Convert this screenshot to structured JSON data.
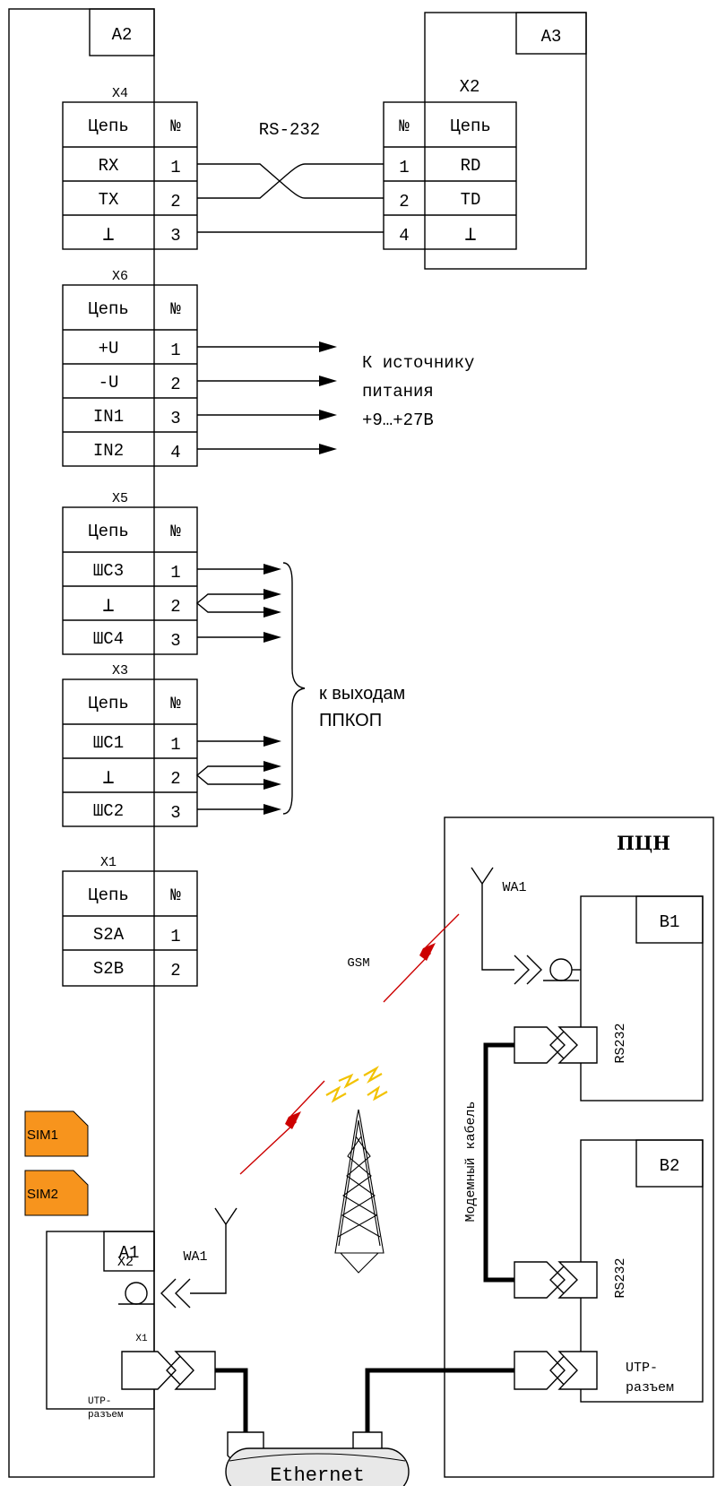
{
  "a2": {
    "label": "A2",
    "x4": {
      "label": "X4",
      "header": [
        "Цепь",
        "№"
      ],
      "rows": [
        [
          "RX",
          "1"
        ],
        [
          "TX",
          "2"
        ],
        [
          "⊥",
          "3"
        ]
      ]
    },
    "x6": {
      "label": "X6",
      "header": [
        "Цепь",
        "№"
      ],
      "rows": [
        [
          "+U",
          "1"
        ],
        [
          "-U",
          "2"
        ],
        [
          "IN1",
          "3"
        ],
        [
          "IN2",
          "4"
        ]
      ]
    },
    "x5": {
      "label": "X5",
      "header": [
        "Цепь",
        "№"
      ],
      "rows": [
        [
          "ШС3",
          "1"
        ],
        [
          "⊥",
          "2"
        ],
        [
          "ШС4",
          "3"
        ]
      ]
    },
    "x3": {
      "label": "X3",
      "header": [
        "Цепь",
        "№"
      ],
      "rows": [
        [
          "ШС1",
          "1"
        ],
        [
          "⊥",
          "2"
        ],
        [
          "ШС2",
          "3"
        ]
      ]
    },
    "x1": {
      "label": "X1",
      "header": [
        "Цепь",
        "№"
      ],
      "rows": [
        [
          "S2A",
          "1"
        ],
        [
          "S2B",
          "2"
        ]
      ]
    },
    "sim1": "SIM1",
    "sim2": "SIM2",
    "x2": "X2",
    "wa1": "WA1",
    "a1": {
      "label": "A1",
      "x1": "X1",
      "utp_1": "UTP-",
      "utp_2": "разъем"
    }
  },
  "a3": {
    "label": "A3",
    "x2": {
      "label": "X2",
      "header": [
        "№",
        "Цепь"
      ],
      "rows": [
        [
          "1",
          "RD"
        ],
        [
          "2",
          "TD"
        ],
        [
          "4",
          "⊥"
        ]
      ]
    }
  },
  "rs232_link": "RS-232",
  "power": {
    "line1": "К источнику",
    "line2": "питания",
    "line3": "+9…+27В"
  },
  "ppkop": {
    "line1": "к выходам",
    "line2": "ППКОП"
  },
  "gsm": "GSM",
  "ethernet": "Ethernet",
  "pcn": {
    "title": "ПЦН",
    "wa1": "WA1",
    "b1": {
      "label": "B1",
      "port": "RS232"
    },
    "b2": {
      "label": "B2",
      "port": "RS232"
    },
    "modem_cable": "Модемный кабель",
    "utp_1": "UTP-",
    "utp_2": "разъем"
  },
  "colors": {
    "sim": "#F7941D",
    "lightning": "#CC0000",
    "ethernet_fill": "#E8E8E8",
    "spark": "#F2C200"
  }
}
